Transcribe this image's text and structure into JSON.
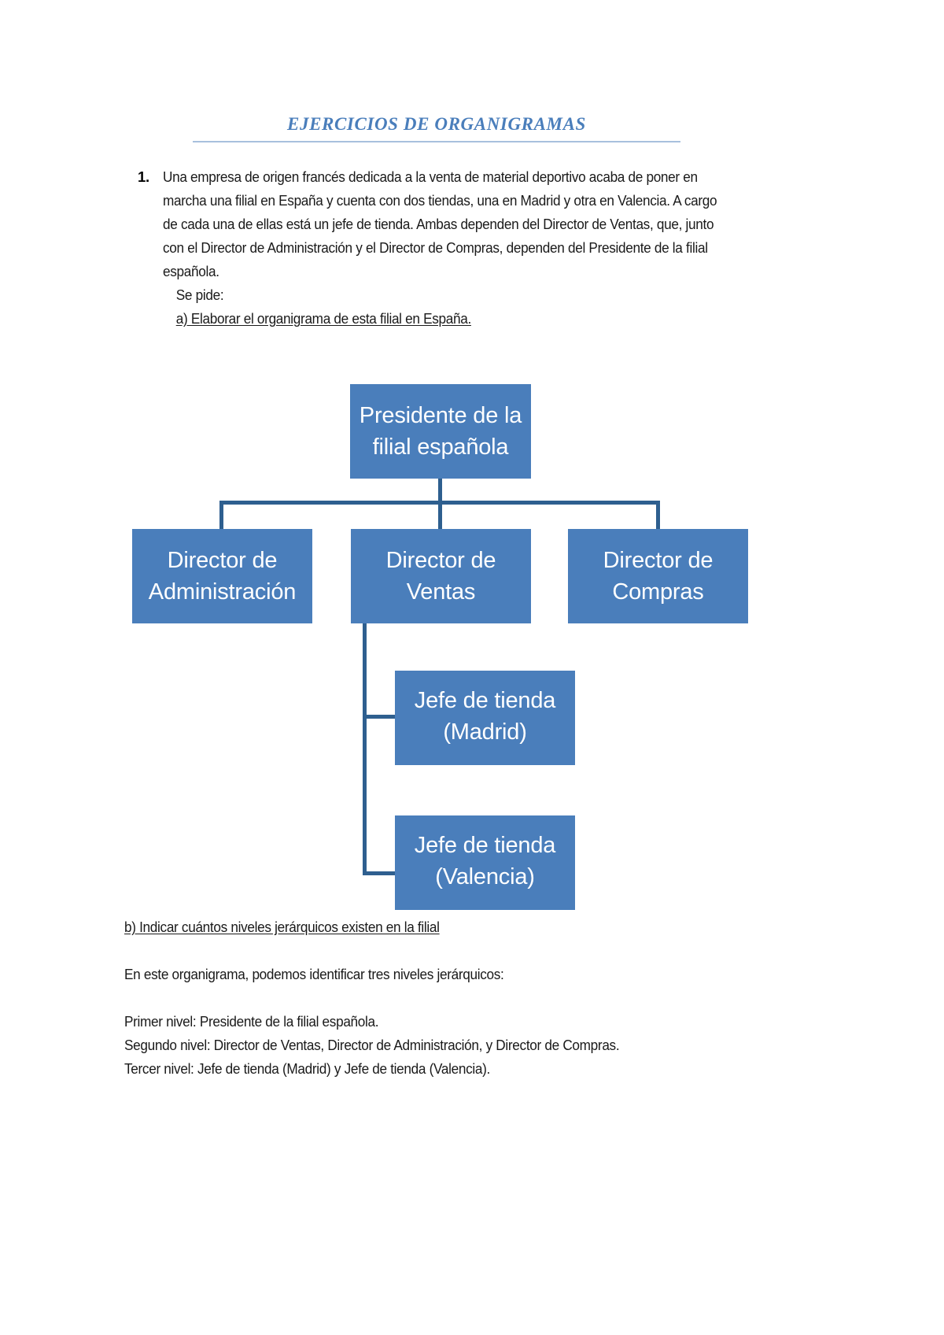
{
  "document": {
    "title": "EJERCICIOS DE ORGANIGRAMAS",
    "exercise_number": "1.",
    "statement": "Una empresa de origen francés dedicada a la venta de material deportivo acaba de poner en marcha una filial en España y cuenta con dos tiendas, una en Madrid y otra en Valencia. A cargo de cada una de ellas está un jefe de tienda. Ambas dependen del Director de Ventas, que, junto con el Director de Administración y el Director de Compras, dependen del Presidente de la filial española.",
    "se_pide": "Se pide:",
    "question_a": "a) Elaborar el organigrama de esta filial en España.",
    "question_b": "b) Indicar cuántos niveles jerárquicos existen en la filial",
    "answer_intro": "En este organigrama, podemos identificar tres niveles jerárquicos:",
    "level_1": "Primer nivel: Presidente de la filial española.",
    "level_2": "Segundo nivel: Director de Ventas, Director de Administración, y Director de Compras.",
    "level_3": "Tercer nivel: Jefe de tienda (Madrid) y Jefe de tienda (Valencia)."
  },
  "org_chart": {
    "box_color": "#4a7ebb",
    "connector_color": "#2e5f8f",
    "text_color": "#ffffff",
    "nodes": {
      "president": {
        "line1": "Presidente de la",
        "line2": "filial española"
      },
      "director_admin": {
        "line1": "Director de",
        "line2": "Administración"
      },
      "director_ventas": {
        "line1": "Director de",
        "line2": "Ventas"
      },
      "director_compras": {
        "line1": "Director de",
        "line2": "Compras"
      },
      "jefe_madrid": {
        "line1": "Jefe de tienda",
        "line2": "(Madrid)"
      },
      "jefe_valencia": {
        "line1": "Jefe de tienda",
        "line2": "(Valencia)"
      }
    }
  }
}
